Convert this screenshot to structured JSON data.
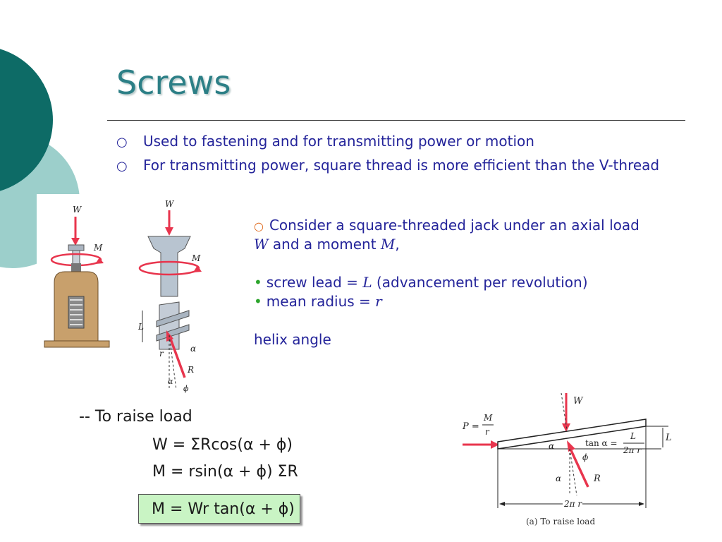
{
  "slide": {
    "title": "Screws",
    "bullets": [
      "Used to fastening and for transmitting power or motion",
      "For transmitting power, square thread is more efficient than the V-thread"
    ],
    "consider_line1": "Consider a square-threaded jack under an axial load",
    "consider_line2_W": "W",
    "consider_line2_mid": " and a moment ",
    "consider_line2_M": "M",
    "consider_line2_end": ",",
    "lead_text": "screw lead = ",
    "lead_var": "L",
    "lead_note": " (advancement per revolution)",
    "radius_text": "mean radius  = ",
    "radius_var": "r",
    "helix": "helix angle",
    "raise": "-- To raise load",
    "eq1": "W = ΣRcos(α + ϕ)",
    "eq2": "M = rsin(α + ϕ) ΣR",
    "eq3": "M = Wr tan(α + ϕ)"
  },
  "fig_left": {
    "W": "W",
    "M": "M"
  },
  "fig_mid": {
    "W": "W",
    "M": "M",
    "L": "L",
    "alpha": "α",
    "r": "r",
    "R": "R",
    "alpha2": "α",
    "phi": "ϕ"
  },
  "fig_right": {
    "W": "W",
    "P": "P =",
    "Mfrac_num": "M",
    "Mfrac_den": "r",
    "alpha": "α",
    "tan": "tan α =",
    "Lfrac_num": "L",
    "Lfrac_den": "2π r",
    "L": "L",
    "alpha2": "α",
    "phi": "ϕ",
    "R": "R",
    "base": "2π r",
    "caption": "(a)  To raise load"
  },
  "colors": {
    "teal_dark": "#0d6b66",
    "teal_light": "#8ccac6",
    "title": "#2c7f86",
    "text": "#24249a",
    "box_fill": "#c9f4c4",
    "arrow_red": "#e8354d"
  }
}
